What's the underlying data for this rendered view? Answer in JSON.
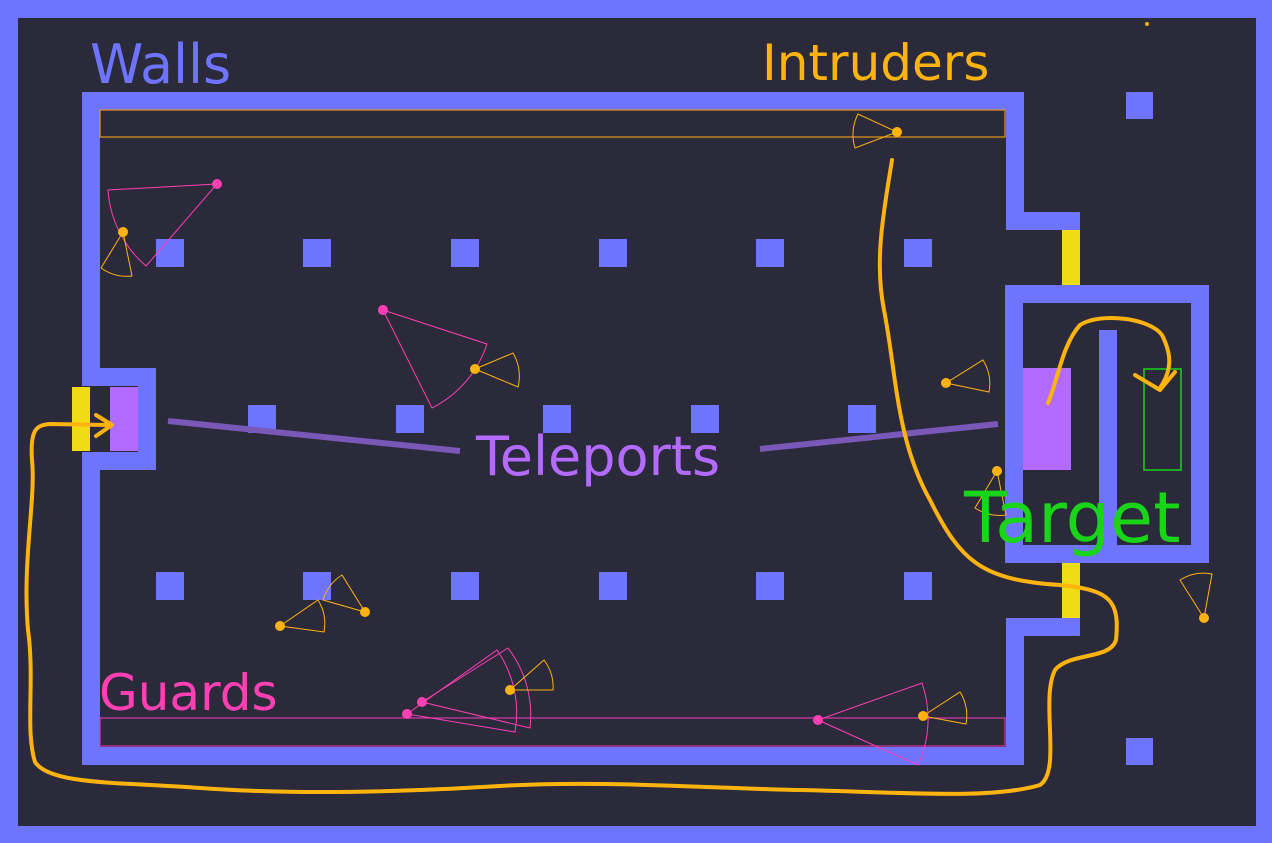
{
  "labels": {
    "walls": "Walls",
    "intruders": "Intruders",
    "teleports": "Teleports",
    "guards": "Guards",
    "target": "Target"
  },
  "colors": {
    "background": "#2a2a3a",
    "wall": "#6f74ff",
    "intruder": "#ffb30f",
    "guard": "#ff3fb4",
    "teleport": "#b36bff",
    "teleport_line": "#7a58b8",
    "target": "#19d419",
    "door": "#f0dc14"
  },
  "icons": {
    "guard_marker": "pink-dot-with-vision-cone",
    "intruder_marker": "orange-dot-with-vision-cone"
  }
}
